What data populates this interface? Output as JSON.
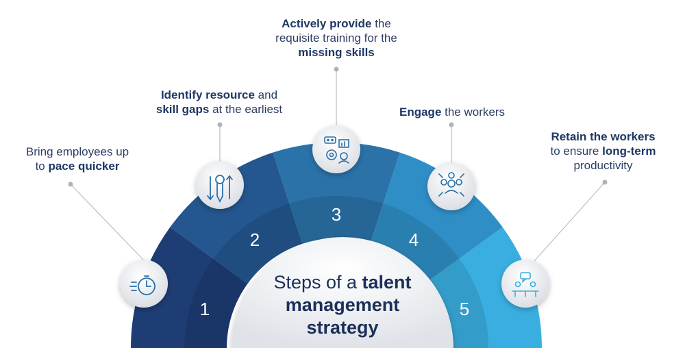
{
  "title": {
    "prefix": "Steps of a ",
    "bold_line1": "talent",
    "bold_line2": "management",
    "bold_line3": "strategy"
  },
  "steps": [
    {
      "number": "1",
      "color": "#1d3d74",
      "icon": "stopwatch-speed-icon",
      "text_plain_1": "Bring employees up",
      "text_plain_2": "to ",
      "text_bold_2": "pace quicker"
    },
    {
      "number": "2",
      "color": "#24568f",
      "icon": "lightbulb-pencil-arrows-icon",
      "text_bold_1": "Identify resource",
      "text_plain_1": " and",
      "text_bold_2": "skill gaps",
      "text_plain_2": " at the earliest"
    },
    {
      "number": "3",
      "color": "#2a72a8",
      "icon": "gear-chart-training-icon",
      "text_bold_1": "Actively provide",
      "text_plain_1": " the",
      "text_plain_2": "requisite training for the",
      "text_bold_3": "missing skills"
    },
    {
      "number": "4",
      "color": "#2f8ec6",
      "icon": "team-network-icon",
      "text_bold_1": "Engage",
      "text_plain_1": " the workers"
    },
    {
      "number": "5",
      "color": "#3aaee0",
      "icon": "meeting-chat-icon",
      "text_bold_1": "Retain the workers",
      "text_plain_2": "to ensure ",
      "text_bold_2": "long-term",
      "text_plain_3": "productivity"
    }
  ]
}
